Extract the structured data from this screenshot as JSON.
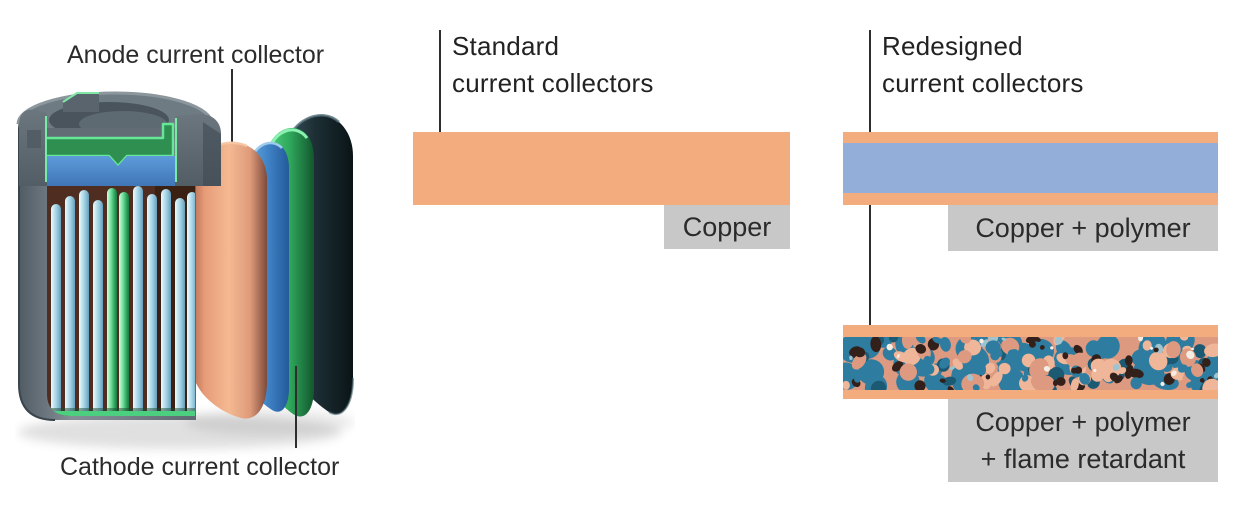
{
  "battery": {
    "anode_label": "Anode current collector",
    "cathode_label": "Cathode current collector"
  },
  "standard": {
    "title": [
      "Standard",
      "current collectors"
    ],
    "copper_label": "Copper"
  },
  "redesigned": {
    "title": [
      "Redesigned",
      "current collectors"
    ],
    "layer1_label": "Copper + polymer",
    "layer2_label": [
      "Copper + polymer",
      "+ flame retardant"
    ]
  },
  "colors": {
    "copper": "#F3AC7E",
    "polymer_blue": "#92AED9",
    "label_box_bg": "#C8C8C8",
    "text": "#262626",
    "flame_texture": {
      "base_salmon": "#DD9A80",
      "teal": "#2E7CA0",
      "teal_dark": "#1C5973",
      "salmon_light": "#EFB699",
      "dark_brown": "#33201A",
      "white": "#F4EDE4",
      "light_blue": "#9FC4CF"
    }
  }
}
